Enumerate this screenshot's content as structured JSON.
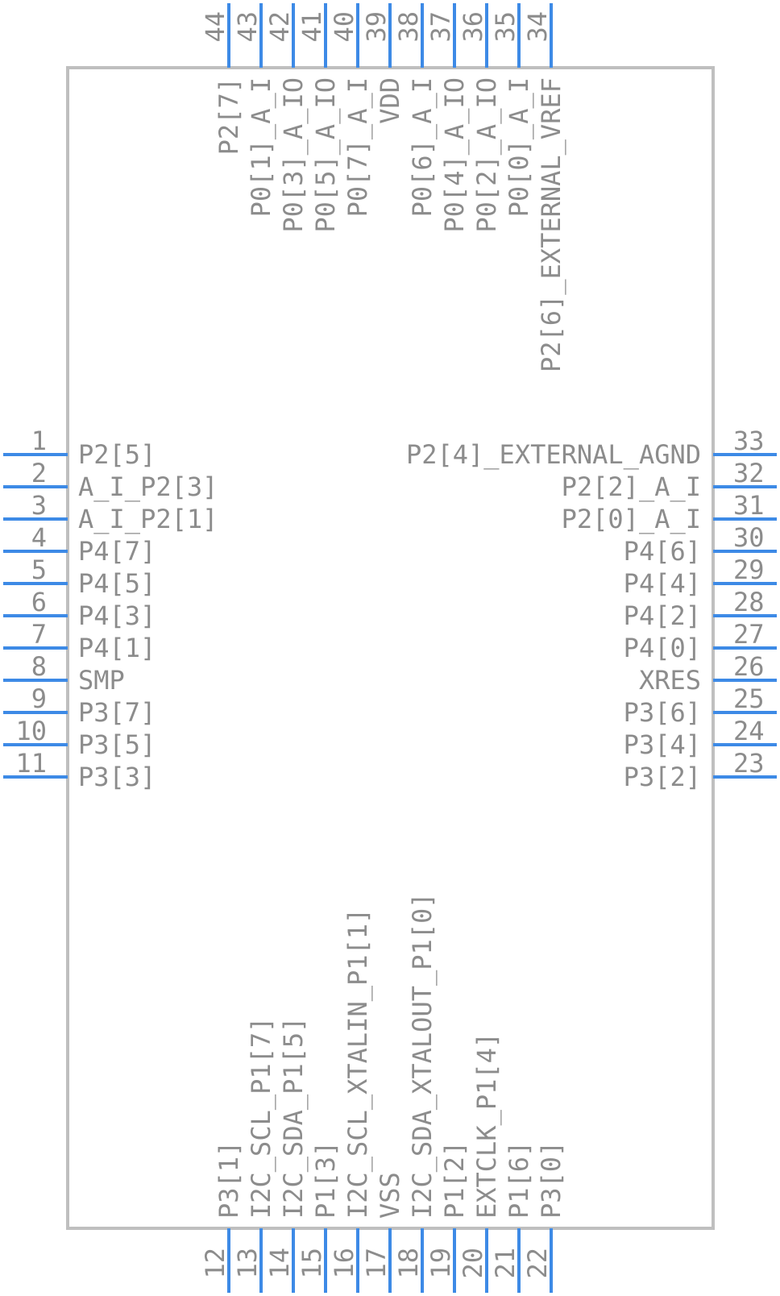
{
  "component": {
    "left_pins": [
      {
        "num": "1",
        "name": "P2[5]"
      },
      {
        "num": "2",
        "name": "A_I_P2[3]"
      },
      {
        "num": "3",
        "name": "A_I_P2[1]"
      },
      {
        "num": "4",
        "name": "P4[7]"
      },
      {
        "num": "5",
        "name": "P4[5]"
      },
      {
        "num": "6",
        "name": "P4[3]"
      },
      {
        "num": "7",
        "name": "P4[1]"
      },
      {
        "num": "8",
        "name": "SMP"
      },
      {
        "num": "9",
        "name": "P3[7]"
      },
      {
        "num": "10",
        "name": "P3[5]"
      },
      {
        "num": "11",
        "name": "P3[3]"
      }
    ],
    "bottom_pins": [
      {
        "num": "12",
        "name": "P3[1]"
      },
      {
        "num": "13",
        "name": "I2C_SCL_P1[7]"
      },
      {
        "num": "14",
        "name": "I2C_SDA_P1[5]"
      },
      {
        "num": "15",
        "name": "P1[3]"
      },
      {
        "num": "16",
        "name": "I2C_SCL_XTALIN_P1[1]"
      },
      {
        "num": "17",
        "name": "VSS"
      },
      {
        "num": "18",
        "name": "I2C_SDA_XTALOUT_P1[0]"
      },
      {
        "num": "19",
        "name": "P1[2]"
      },
      {
        "num": "20",
        "name": "EXTCLK_P1[4]"
      },
      {
        "num": "21",
        "name": "P1[6]"
      },
      {
        "num": "22",
        "name": "P3[0]"
      }
    ],
    "right_pins": [
      {
        "num": "23",
        "name": "P3[2]"
      },
      {
        "num": "24",
        "name": "P3[4]"
      },
      {
        "num": "25",
        "name": "P3[6]"
      },
      {
        "num": "26",
        "name": "XRES"
      },
      {
        "num": "27",
        "name": "P4[0]"
      },
      {
        "num": "28",
        "name": "P4[2]"
      },
      {
        "num": "29",
        "name": "P4[4]"
      },
      {
        "num": "30",
        "name": "P4[6]"
      },
      {
        "num": "31",
        "name": "P2[0]_A_I"
      },
      {
        "num": "32",
        "name": "P2[2]_A_I"
      },
      {
        "num": "33",
        "name": "P2[4]_EXTERNAL_AGND"
      }
    ],
    "top_pins": [
      {
        "num": "34",
        "name": "P2[6]_EXTERNAL_VREF"
      },
      {
        "num": "35",
        "name": "P0[0]_A_I"
      },
      {
        "num": "36",
        "name": "P0[2]_A_IO"
      },
      {
        "num": "37",
        "name": "P0[4]_A_IO"
      },
      {
        "num": "38",
        "name": "P0[6]_A_I"
      },
      {
        "num": "39",
        "name": "VDD"
      },
      {
        "num": "40",
        "name": "P0[7]_A_I"
      },
      {
        "num": "41",
        "name": "P0[5]_A_IO"
      },
      {
        "num": "42",
        "name": "P0[3]_A_IO"
      },
      {
        "num": "43",
        "name": "P0[1]_A_I"
      },
      {
        "num": "44",
        "name": "P2[7]"
      }
    ],
    "colors": {
      "pin": "#3d8ae6",
      "outline": "#bfbfbf",
      "text": "#8c8c8c"
    }
  }
}
